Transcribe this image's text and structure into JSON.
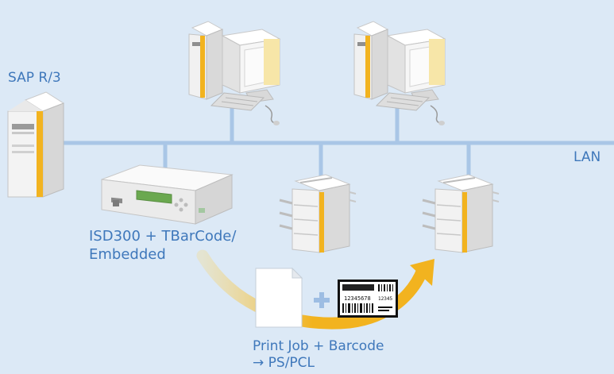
{
  "labels": {
    "sap": "SAP R/3",
    "lan": "LAN",
    "isd_line1": "ISD300 + TBarCode/",
    "isd_line2": "Embedded",
    "job_line1": "Print Job + Barcode",
    "job_line2": "→ PS/PCL"
  },
  "barcode_label": {
    "number": "12345678",
    "small_text": "12345"
  },
  "colors": {
    "background": "#dce9f6",
    "network_line": "#a9c6e6",
    "label_text": "#3f78bb",
    "accent": "#f2b31f",
    "plus": "#9dbde3"
  }
}
